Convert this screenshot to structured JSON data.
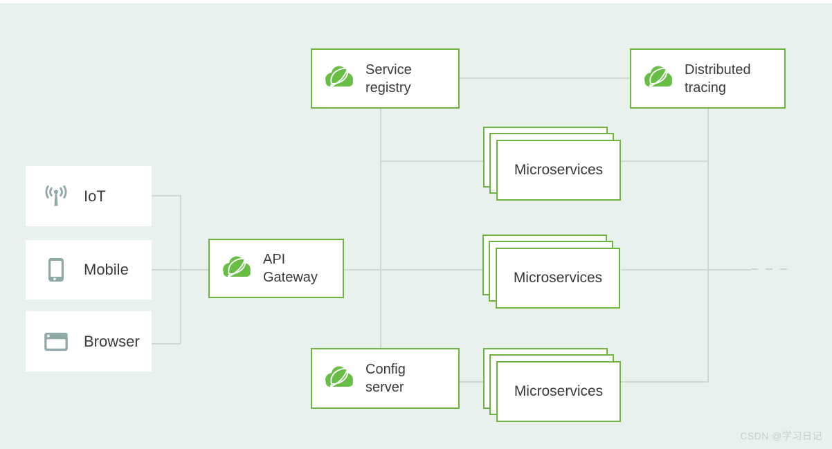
{
  "colors": {
    "background": "#e9f1ef",
    "connector_line": "#cfd8d5",
    "spring_green_border": "#6eb43f",
    "spring_logo_green": "#68bd45",
    "client_icon_sage": "#8fa9a6",
    "text_dark": "#3a3a3a",
    "watermark_gray": "#c7cecd"
  },
  "clients": [
    {
      "label": "IoT"
    },
    {
      "label": "Mobile"
    },
    {
      "label": "Browser"
    }
  ],
  "spring_nodes": {
    "service_registry": {
      "line1": "Service",
      "line2": "registry"
    },
    "distributed_tracing": {
      "line1": "Distributed",
      "line2": "tracing"
    },
    "api_gateway": {
      "line1": "API",
      "line2": "Gateway"
    },
    "config_server": {
      "line1": "Config",
      "line2": "server"
    }
  },
  "stacks": [
    {
      "label": "Microservices"
    },
    {
      "label": "Microservices"
    },
    {
      "label": "Microservices"
    }
  ],
  "watermark": {
    "text": "CSDN @学习日记"
  }
}
